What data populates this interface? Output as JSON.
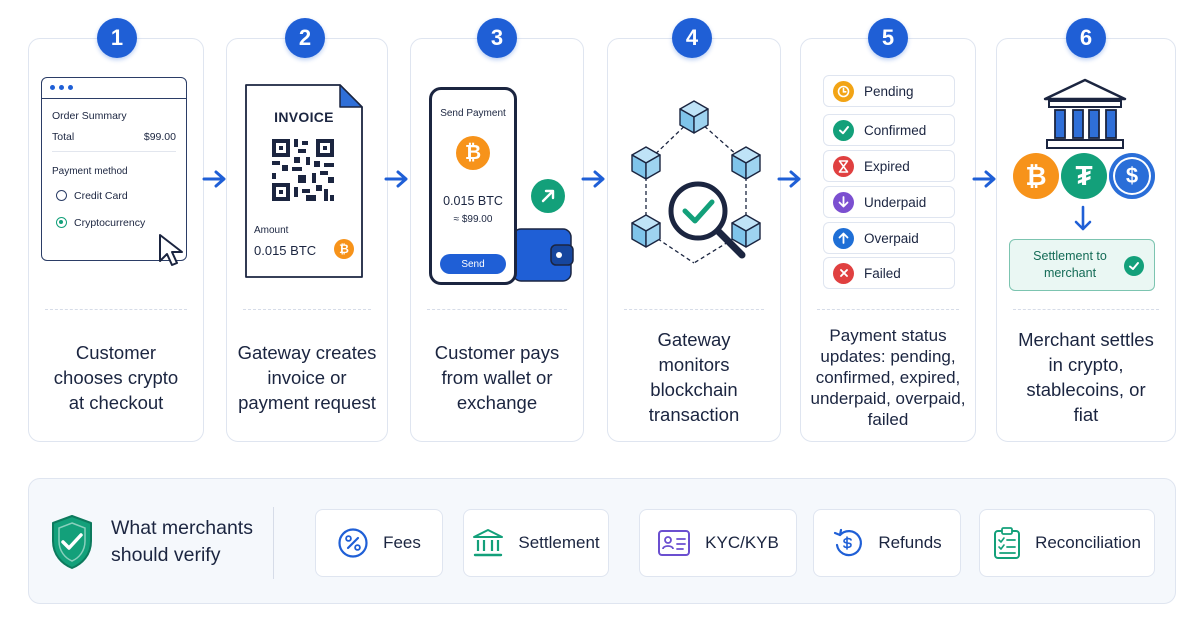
{
  "steps": [
    {
      "number": "1",
      "caption": "Customer\nchooses crypto\nat checkout"
    },
    {
      "number": "2",
      "caption": "Gateway creates\ninvoice or\npayment request"
    },
    {
      "number": "3",
      "caption": "Customer pays\nfrom wallet or\nexchange"
    },
    {
      "number": "4",
      "caption": "Gateway\nmonitors\nblockchain\ntransaction"
    },
    {
      "number": "5",
      "caption": "Payment status\nupdates: pending,\nconfirmed, expired,\nunderpaid, overpaid,\nfailed"
    },
    {
      "number": "6",
      "caption": "Merchant settles\nin crypto,\nstablecoins, or\nfiat"
    }
  ],
  "checkout": {
    "order_summary": "Order Summary",
    "total_label": "Total",
    "total_value": "$99.00",
    "payment_method": "Payment method",
    "option_card": "Credit Card",
    "option_crypto": "Cryptocurrency"
  },
  "invoice": {
    "title": "INVOICE",
    "amount_label": "Amount",
    "amount_value": "0.015 BTC",
    "coin_symbol": "₿"
  },
  "wallet": {
    "title": "Send Payment",
    "amount": "0.015 BTC",
    "fiat": "≈ $99.00",
    "send_label": "Send",
    "coin_symbol": "₿"
  },
  "statuses": [
    {
      "label": "Pending",
      "icon": "clock-icon",
      "color": "#f2a415"
    },
    {
      "label": "Confirmed",
      "icon": "check-icon",
      "color": "#13a07a"
    },
    {
      "label": "Expired",
      "icon": "hourglass-icon",
      "color": "#e04040"
    },
    {
      "label": "Underpaid",
      "icon": "arrow-down-icon",
      "color": "#7b4fd0"
    },
    {
      "label": "Overpaid",
      "icon": "arrow-up-icon",
      "color": "#1f6fd6"
    },
    {
      "label": "Failed",
      "icon": "x-icon",
      "color": "#e04040"
    }
  ],
  "settlement": {
    "box_label": "Settlement to\nmerchant",
    "coins": [
      {
        "name": "bitcoin",
        "symbol": "₿",
        "color": "#f7931a"
      },
      {
        "name": "tether",
        "symbol": "₮",
        "color": "#13a07a"
      },
      {
        "name": "usd-coin",
        "symbol": "$",
        "color": "#2a6ed8"
      }
    ]
  },
  "verify": {
    "label": "What merchants\nshould verify",
    "items": [
      {
        "label": "Fees",
        "icon": "percent-icon"
      },
      {
        "label": "Settlement",
        "icon": "bank-icon"
      },
      {
        "label": "KYC/KYB",
        "icon": "id-card-icon"
      },
      {
        "label": "Refunds",
        "icon": "refund-icon"
      },
      {
        "label": "Reconciliation",
        "icon": "clipboard-icon"
      }
    ]
  },
  "colors": {
    "accent": "#1f5fd6",
    "teal": "#13a07a",
    "dark": "#1b2540",
    "border": "#dfe5f0"
  }
}
